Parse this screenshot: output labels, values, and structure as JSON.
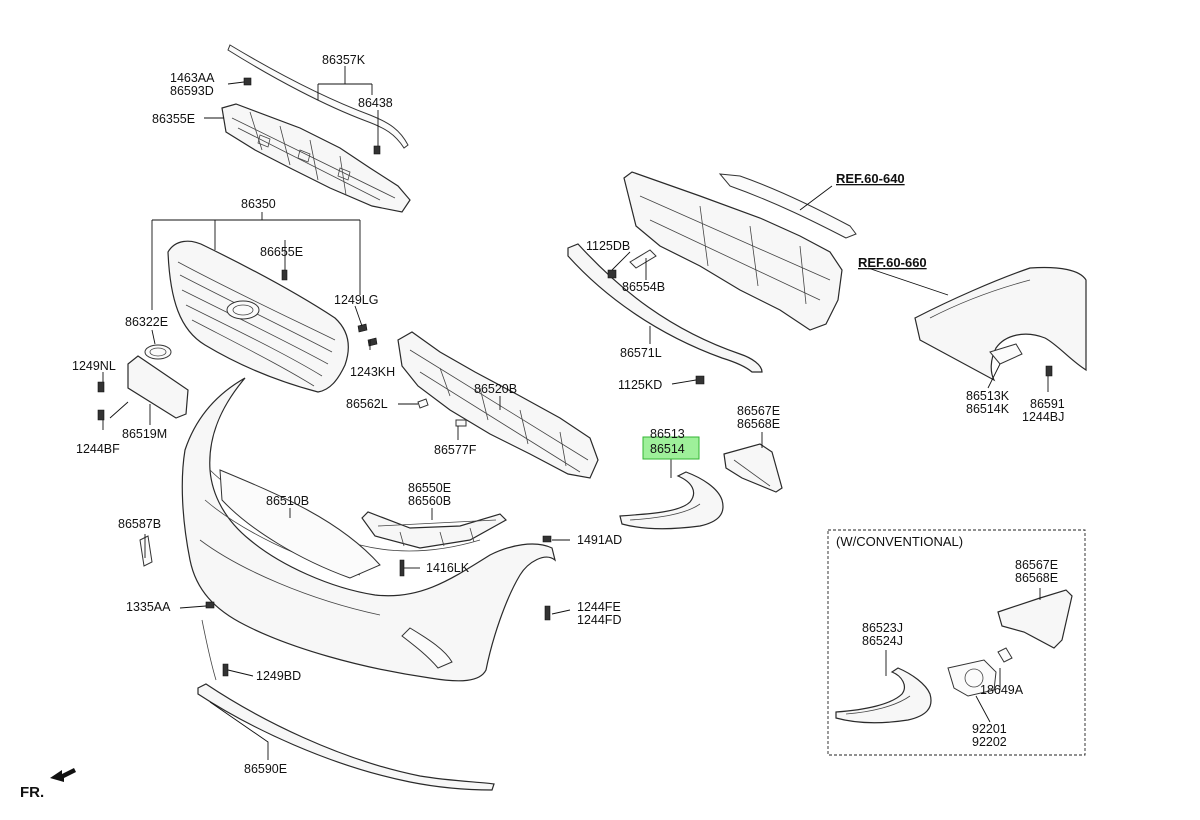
{
  "labels": {
    "p86357K": "86357K",
    "p1463AA": "1463AA",
    "p86593D": "86593D",
    "p86438": "86438",
    "p86355E": "86355E",
    "p86350": "86350",
    "p86655E": "86655E",
    "p1249LG": "1249LG",
    "p86322E": "86322E",
    "p1243KH": "1243KH",
    "p1249NL": "1249NL",
    "p86519M": "86519M",
    "p1244BF": "1244BF",
    "p86520B": "86520B",
    "p86562L": "86562L",
    "p86577F": "86577F",
    "p86510B": "86510B",
    "p86550E": "86550E",
    "p86560B": "86560B",
    "p86587B": "86587B",
    "p1416LK": "1416LK",
    "p1491AD": "1491AD",
    "p1335AA": "1335AA",
    "p1244FE": "1244FE",
    "p1244FD": "1244FD",
    "p1249BD": "1249BD",
    "p86590E": "86590E",
    "p1125DB": "1125DB",
    "p86554B": "86554B",
    "p86571L": "86571L",
    "p1125KD": "1125KD",
    "p86513": "86513",
    "p86514": "86514",
    "p86567E_a": "86567E",
    "p86568E_a": "86568E",
    "p86513K": "86513K",
    "p86514K": "86514K",
    "p86591": "86591",
    "p1244BJ": "1244BJ",
    "p86567E_b": "86567E",
    "p86568E_b": "86568E",
    "p86523J": "86523J",
    "p86524J": "86524J",
    "p18649A": "18649A",
    "p92201": "92201",
    "p92202": "92202"
  },
  "refs": {
    "ref_640": "REF.60-640",
    "ref_660": "REF.60-660"
  },
  "inset": {
    "title": "(W/CONVENTIONAL)"
  },
  "direction": {
    "label": "FR."
  },
  "highlight": {
    "color": "#9ef09a",
    "part": "86514"
  }
}
